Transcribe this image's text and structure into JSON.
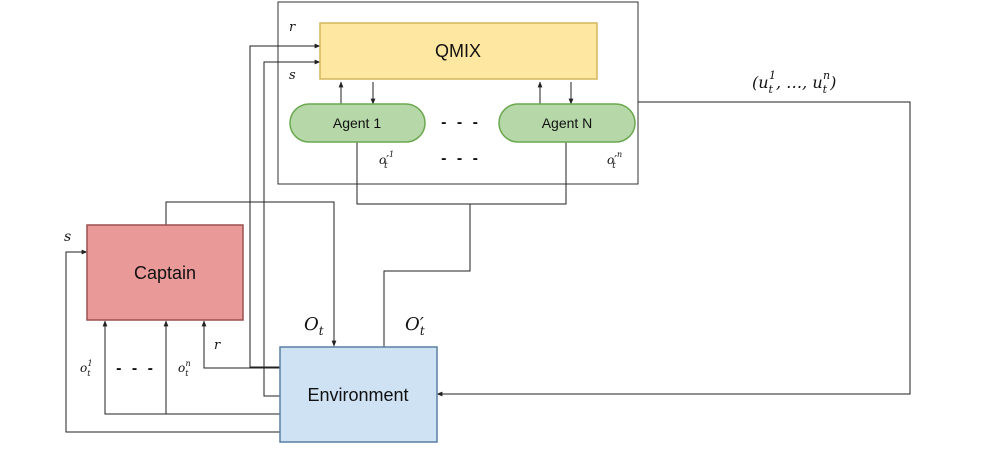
{
  "diagram": {
    "nodes": {
      "qmix": {
        "label": "QMIX",
        "fill": "#fee8a1",
        "stroke": "#d4b65b"
      },
      "agent_1": {
        "label": "Agent 1",
        "fill": "#b6d7a8",
        "stroke": "#6aa84f"
      },
      "agent_n": {
        "label": "Agent N",
        "fill": "#b6d7a8",
        "stroke": "#6aa84f"
      },
      "captain": {
        "label": "Captain",
        "fill": "#ea9999",
        "stroke": "#9a5050"
      },
      "environment": {
        "label": "Environment",
        "fill": "#cfe2f3",
        "stroke": "#5a7fa3"
      }
    },
    "ellipsis": "- - -",
    "labels": {
      "qmix_r": "r",
      "qmix_s": "s",
      "joint_action": "(u",
      "captain_s": "s",
      "captain_r": "r",
      "env_O": "O",
      "env_O_prime": "O′",
      "agent1_obs": "o′",
      "agentn_obs": "o′",
      "cap_obs_1": "o",
      "cap_obs_n": "o"
    },
    "math_parts": {
      "sub_t": "t",
      "sup_1": "1",
      "sup_n": "n",
      "joint_middle": ", …, u",
      "close_paren": ")"
    }
  }
}
